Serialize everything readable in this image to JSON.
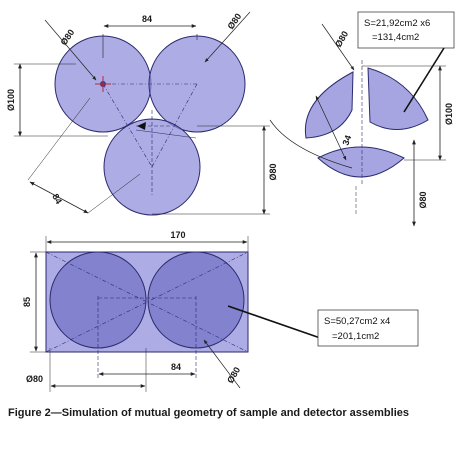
{
  "figure": {
    "caption": "Figure 2—Simulation of mutual geometry of sample and detector assemblies"
  },
  "dimensions": {
    "top_left": {
      "spacing_84_top": "84",
      "dia_80_top_left": "Ø80",
      "dia_80_top_right": "Ø80",
      "dia_100_left": "Ø100",
      "spacing_84_diag": "84",
      "dia_80_right": "Ø80"
    },
    "top_right": {
      "dia_80_top": "Ø80",
      "dia_100_right": "Ø100",
      "dim_34": "34",
      "dia_80_lower": "Ø80"
    },
    "bottom": {
      "width_170": "170",
      "height_85": "85",
      "spacing_84": "84",
      "dia_80_left": "Ø80",
      "dia_80_right": "Ø80"
    }
  },
  "annotations": {
    "segment_area_line1": "S=21,92cm2 x6",
    "segment_area_line2": "=131,4cm2",
    "circle_area_line1": "S=50,27cm2 x4",
    "circle_area_line2": "=201,1cm2"
  },
  "colors": {
    "fill": "#8d8cd9",
    "stroke": "#2b2a6e",
    "dim_line": "#222222",
    "background": "#ffffff"
  }
}
